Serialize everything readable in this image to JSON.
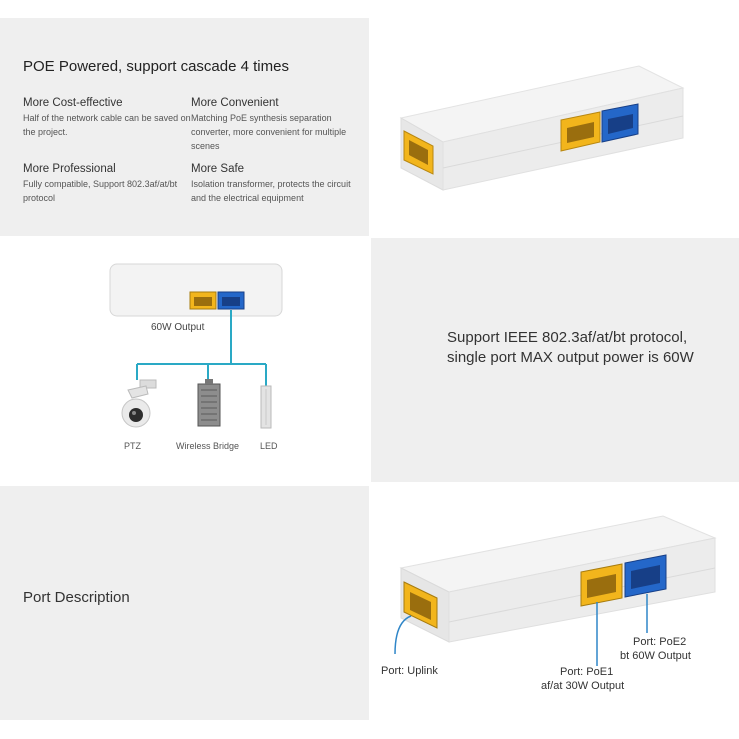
{
  "section1": {
    "title": "POE Powered, support cascade 4 times",
    "features": [
      {
        "heading": "More Cost-effective",
        "body": "Half of the network cable can be saved on the project."
      },
      {
        "heading": "More Convenient",
        "body": "Matching PoE synthesis separation converter, more convenient for multiple scenes"
      },
      {
        "heading": "More Professional",
        "body": "Fully compatible, Support 802.3af/at/bt protocol"
      },
      {
        "heading": "More Safe",
        "body": "Isolation transformer, protects the circuit and the electrical equipment"
      }
    ]
  },
  "section2": {
    "output_label": "60W Output",
    "devices": [
      "PTZ",
      "Wireless Bridge",
      "LED"
    ]
  },
  "section3": {
    "text": "Support IEEE 802.3af/at/bt protocol, single port MAX output power is 60W"
  },
  "section4": {
    "title": "Port Description",
    "uplink": "Port: Uplink",
    "poe1_line1": "Port: PoE1",
    "poe1_line2": "af/at 30W Output",
    "poe2_line1": "Port: PoE2",
    "poe2_line2": "bt 60W Output"
  },
  "colors": {
    "panel_grey": "#efefef",
    "port_yellow": "#f2b51c",
    "port_blue": "#2467c9",
    "line_cyan": "#2aa9c5",
    "leader_blue": "#2f86c8"
  },
  "icons": [
    "dome-camera-icon",
    "wireless-bridge-icon",
    "led-light-icon"
  ]
}
